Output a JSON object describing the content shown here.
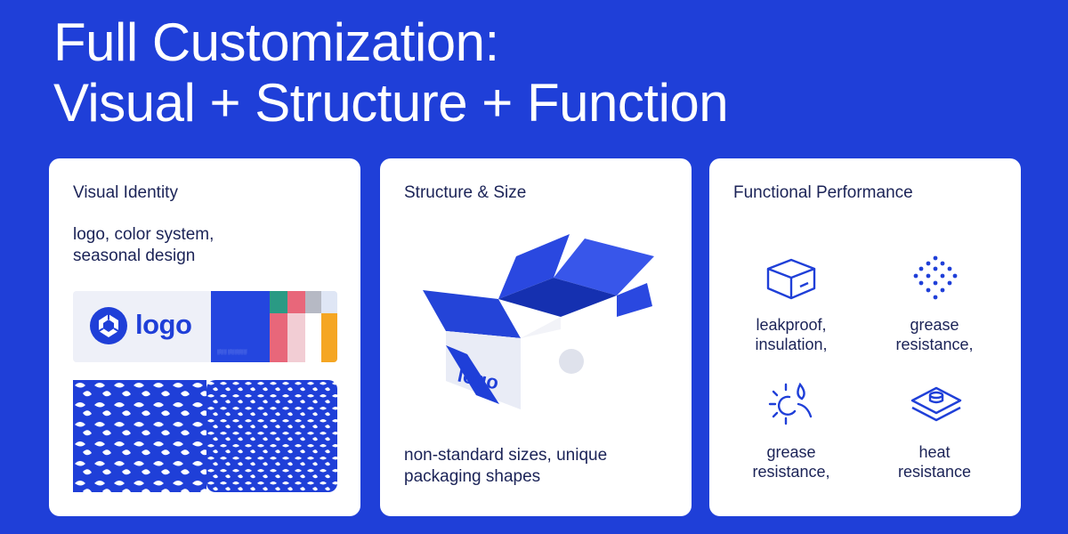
{
  "headline": {
    "line1": "Full Customization:",
    "line2": "Visual + Structure + Function"
  },
  "colors": {
    "background": "#1f3fd8",
    "card": "#ffffff",
    "text_dark": "#1b2357",
    "brand_blue": "#1f3fd8"
  },
  "cards": [
    {
      "title": "Visual Identity",
      "desc_line1": "logo, color system,",
      "desc_line2": "seasonal design",
      "logo_text": "logo",
      "swatches": [
        "#2a9a84",
        "#e8677a",
        "#f2cdd4",
        "#b6b9c4",
        "#ffffff",
        "#f5a623",
        "#3a55e0"
      ]
    },
    {
      "title": "Structure & Size",
      "desc_line1": "non-standard sizes, unique",
      "desc_line2": "packaging shapes",
      "box_text": "logo"
    },
    {
      "title": "Functional Performance",
      "items": [
        {
          "icon": "box-icon",
          "line1": "leakproof,",
          "line2": "insulation,"
        },
        {
          "icon": "dots-icon",
          "line1": "grease",
          "line2": "resistance,"
        },
        {
          "icon": "sun-icon",
          "line1": "grease",
          "line2": "resistance,"
        },
        {
          "icon": "layers-icon",
          "line1": "heat",
          "line2": "resistance"
        }
      ]
    }
  ]
}
